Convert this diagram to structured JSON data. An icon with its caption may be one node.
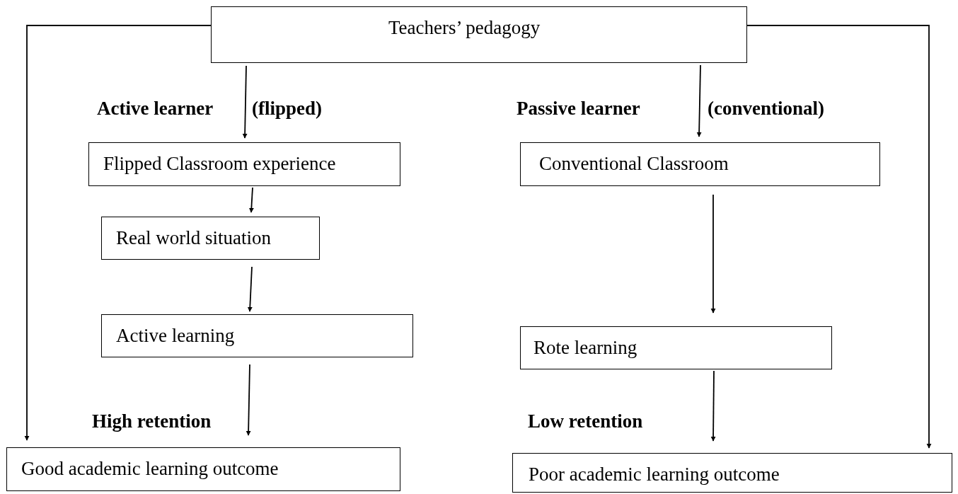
{
  "diagram": {
    "nodes": [
      {
        "text": [
          "Teachers’ pedagogy"
        ]
      },
      {
        "text": [
          "Flipped Classroom experience"
        ]
      },
      {
        "text": [
          "Real world situation"
        ]
      },
      {
        "text": [
          "Active learning"
        ]
      },
      {
        "text": [
          "Good academic learning outcome"
        ]
      },
      {
        "text": [
          "Conventional Classroom"
        ]
      },
      {
        "text": [
          "Rote learning"
        ]
      },
      {
        "text": [
          "Poor academic learning outcome"
        ]
      }
    ],
    "edges": [
      {
        "from": 0,
        "to": 1,
        "arrow": "to"
      },
      {
        "from": 1,
        "to": 2,
        "arrow": "to"
      },
      {
        "from": 2,
        "to": 3,
        "arrow": "to"
      },
      {
        "from": 3,
        "to": 4,
        "arrow": "to"
      },
      {
        "from": 0,
        "to": 5,
        "arrow": "to"
      },
      {
        "from": 5,
        "to": 6,
        "arrow": "to"
      },
      {
        "from": 6,
        "to": 7,
        "arrow": "to"
      },
      {
        "from": 0,
        "to": 4,
        "arrow": "to"
      },
      {
        "from": 0,
        "to": 7,
        "arrow": "to"
      }
    ],
    "labels": [
      "Active learner",
      "(flipped)",
      "Passive learner",
      "(conventional)",
      "High retention",
      "Low retention"
    ]
  }
}
